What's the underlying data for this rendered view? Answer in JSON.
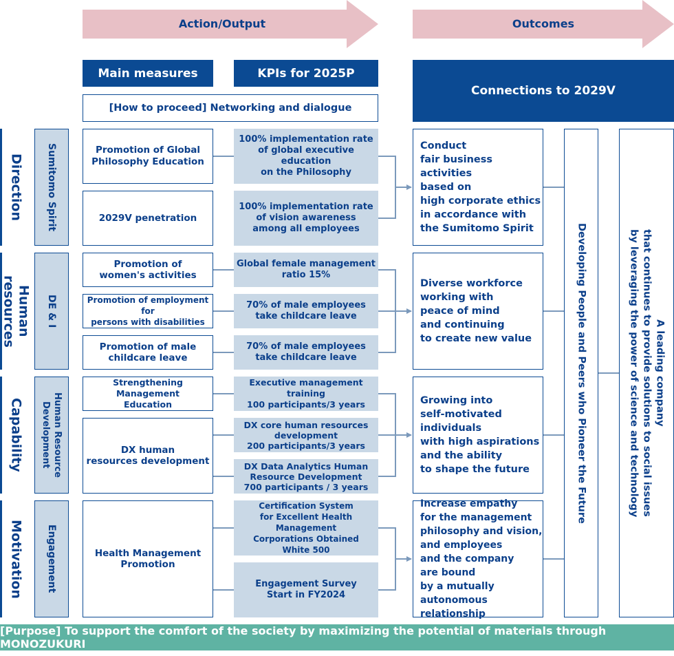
{
  "header": {
    "action_output": "Action/Output",
    "outcomes": "Outcomes",
    "main_measures": "Main measures",
    "kpis": "KPIs for 2025P",
    "connections": "Connections to 2029V",
    "how_to_proceed": "[How to proceed] Networking and dialogue"
  },
  "categories": {
    "direction": "Direction",
    "human_resources": "Human resources",
    "capability": "Capability",
    "motivation": "Motivation"
  },
  "subcategories": {
    "sumitomo_spirit": "Sumitomo Spirit",
    "de_i": "DE & I",
    "hr_development": "Human Resource\nDevelopment",
    "engagement": "Engagement"
  },
  "measures": {
    "global_philosophy": "Promotion of Global\nPhilosophy Education",
    "vision_penetration": "2029V penetration",
    "womens_activities": "Promotion of\nwomen's activities",
    "disabilities": "Promotion of employment for\npersons with disabilities",
    "male_childcare": "Promotion of male\nchildcare leave",
    "management_education": "Strengthening Management\nEducation",
    "dx_hr": "DX human\nresources development",
    "health_management": "Health Management\nPromotion"
  },
  "kpis": {
    "exec_philosophy": "100% implementation rate\nof global executive education\non the Philosophy",
    "vision_awareness": "100% implementation rate\nof vision awareness\namong all employees",
    "female_mgmt": "Global female management\nratio 15%",
    "childcare_1": "70% of male employees\ntake childcare leave",
    "childcare_2": "70% of male employees\ntake childcare leave",
    "exec_training": "Executive management training\n100 participants/3 years",
    "dx_core": "DX core human resources\ndevelopment\n200 participants/3 years",
    "dx_data": "DX Data Analytics Human\nResource Development\n700 participants / 3 years",
    "certification": "Certification System\nfor Excellent Health Management\nCorporations Obtained\nWhite 500",
    "engagement_survey": "Engagement Survey\nStart in FY2024"
  },
  "outcomes": {
    "fair_business": "Conduct\nfair business activities\nbased on\nhigh corporate ethics\nin accordance with\nthe Sumitomo Spirit",
    "diverse_workforce": "Diverse workforce\nworking with\npeace of mind\nand continuing\nto create new value",
    "self_motivated": "Growing into\nself-motivated\nindividuals\nwith high aspirations\nand the ability\nto shape the future",
    "empathy": "Increase empathy\nfor the management\nphilosophy and vision,\nand employees\nand the company\nare bound\nby a mutually\nautonomous relationship"
  },
  "connections": {
    "developing_people": "Developing People and Peers who Pioneer the Future",
    "leading_company": "A leading company\nthat continues to provide solutions to social issues\nby leveraging the power of science and technology"
  },
  "purpose": "[Purpose] To support the comfort of the society by maximizing the potential of materials through MONOZUKURI",
  "colors": {
    "navy": "#0b4a93",
    "light_blue": "#c9d8e6",
    "pink_arrow": "#e8c0c6",
    "teal": "#5fb3a3"
  }
}
